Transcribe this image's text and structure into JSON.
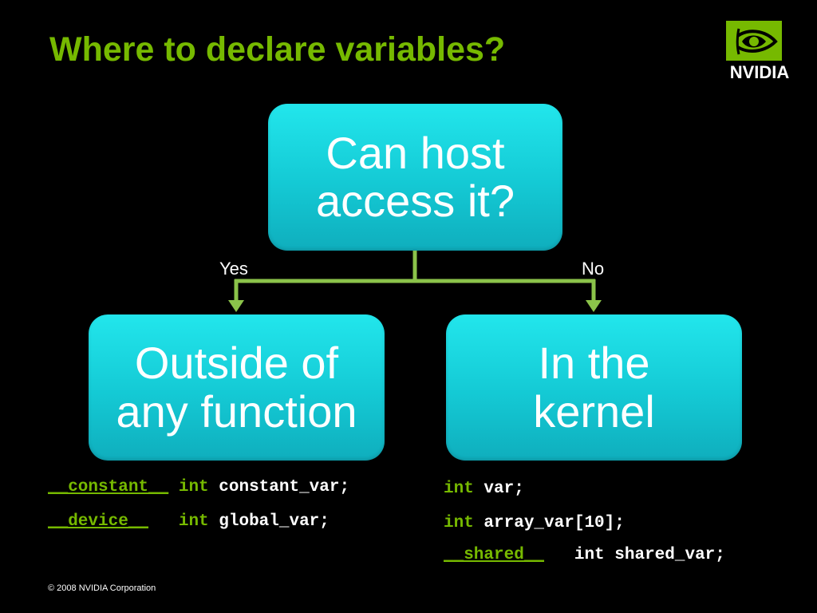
{
  "slide": {
    "title": "Where to declare variables?",
    "copyright": "© 2008 NVIDIA Corporation"
  },
  "logo": {
    "wordmark": "NVIDIA",
    "mark_icon": "nvidia-eye-icon",
    "brand_color": "#76b900"
  },
  "diagram": {
    "root": {
      "line1": "Can host",
      "line2": "access it?"
    },
    "yes_label": "Yes",
    "no_label": "No",
    "left": {
      "line1": "Outside of",
      "line2": "any function"
    },
    "right": {
      "line1": "In the",
      "line2": "kernel"
    },
    "node_color": "#1ad6df",
    "connector_color": "#8bc34a"
  },
  "code_left": [
    {
      "qualifier": "__constant__",
      "type": "int",
      "name": "constant_var;"
    },
    {
      "qualifier": "__device__",
      "type": "int",
      "name": "global_var;"
    }
  ],
  "code_right": [
    {
      "type": "int",
      "name": "var;"
    },
    {
      "type": "int",
      "name": "array_var[10];"
    },
    {
      "qualifier": "__shared__",
      "type": "int",
      "name": "shared_var;"
    }
  ]
}
